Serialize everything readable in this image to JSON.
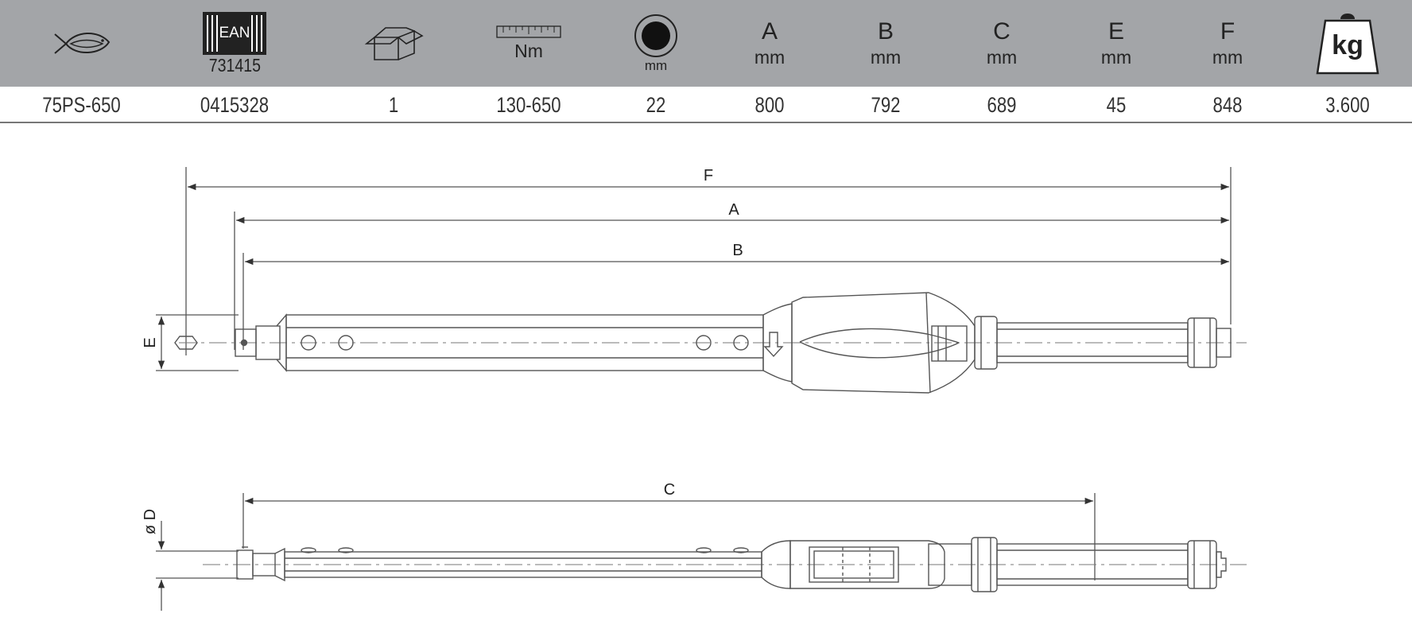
{
  "header": {
    "code_icon": "fish-icon",
    "ean": {
      "logo_text": "EAN",
      "number": "731415"
    },
    "packaging_icon": "open-box-icon",
    "torque": {
      "icon": "ruler-scale-icon",
      "unit": "Nm"
    },
    "drive": {
      "icon": "square-drive-circle-icon",
      "unit": "mm"
    },
    "dimensions": [
      {
        "letter": "A",
        "unit": "mm"
      },
      {
        "letter": "B",
        "unit": "mm"
      },
      {
        "letter": "C",
        "unit": "mm"
      },
      {
        "letter": "E",
        "unit": "mm"
      },
      {
        "letter": "F",
        "unit": "mm"
      }
    ],
    "weight": {
      "icon": "weight-icon",
      "unit": "kg"
    }
  },
  "row": {
    "code": "75PS-650",
    "ean": "0415328",
    "packaging": "1",
    "torque_range": "130-650",
    "drive": "22",
    "a": "800",
    "b": "792",
    "c": "689",
    "e": "45",
    "f": "848",
    "weight": "3.600"
  },
  "drawing": {
    "labels": {
      "f": "F",
      "a": "A",
      "b": "B",
      "e": "E",
      "c": "C",
      "d": "ø D"
    }
  },
  "colors": {
    "header_band": "#a3a5a8",
    "line": "#555555"
  }
}
